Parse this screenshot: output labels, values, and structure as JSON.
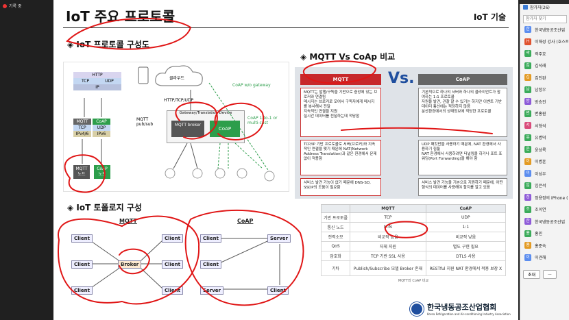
{
  "recording": {
    "label": "기록 중"
  },
  "slide": {
    "title": "IoT 주요 프로토콜",
    "topic": "IoT 기술",
    "section1": "◈ IoT 프로토콜 구성도",
    "section2": "◈ MQTT Vs CoAp 비교",
    "section3": "◈ IoT 토폴로지 구성"
  },
  "diagram": {
    "cloud": "클라우드",
    "http_tcp": "HTTP/TCP/UDP",
    "mqtt_pubsub": "MQTT pub/sub",
    "coap_gateway": "CoAP w/o gateway",
    "gateway": "Gateway/Translation Device",
    "mqtt_broker": "MQTT broker",
    "coap": "CoAP",
    "coap_multicast": "CoAP 1-to-1 or multi-cast",
    "left_stack": [
      "HTTP",
      "TCP",
      "UDP",
      "IP"
    ],
    "mqtt_stack": [
      "MQTT",
      "TCP",
      "IPv4/6"
    ],
    "coap_stack": [
      "CoAP",
      "UDP",
      "IPv6"
    ],
    "mqtt_node": "MQTT 노드",
    "coap_node": "CoAP 노드"
  },
  "vs_panel": {
    "vs": "Vs.",
    "mqtt_header": "MQTT",
    "coap_header": "CoAP",
    "mqtt_card1": [
      "MQTT는 발행/구독을 기반으로 중앙에 있는 브로커와 연결됨",
      "메시지는 브로커로 모여서 구독자에게 메시지를 복사해서 전달",
      "지속적인 연결을 지원",
      "실시간 데이터를 전달하는데 적당함"
    ],
    "mqtt_card2": [
      "TCP/IP 기반 프로토콜로 서버(브로커)와 지속적인 연결을 맺기 때문에 NAT(Network Address Translation)과 같은 환경에서 문제없이 적용함"
    ],
    "mqtt_card3": [
      "서비스 발견 기능이 없기 때문에 DNS-SD, SSDP의 도움이 필요함"
    ],
    "coap_card1": [
      "기본적으로 하나의 서버와 하나의 클라이언트가 참여하는 1:1 프로토콜",
      "자원을 발견, 관찰 할 수 있기는 하지만 이벤트 기반 데이터 통신에는 적당하지 않음",
      "분산환경에서의 상태정보에 적당한 프로토콜"
    ],
    "coap_card2": [
      "UDP 패킷만을 사용하기 때문에, NAT 환경에서 사용하기 힘듦",
      "NAT 환경에서 사용하려면 터널링을 하거나 포트 포워딩(Port Forwarding)을 해야 함"
    ],
    "coap_card3": [
      "서비스 발견 기능을 기본으로 지원하기 때문에, 어떤 형식의 데이터를 사용해야 할지를 알고 있음"
    ]
  },
  "compare_table": {
    "headers": [
      "",
      "MQTT",
      "CoAP"
    ],
    "rows": [
      [
        "기반 프로토콜",
        "TCP",
        "UDP"
      ],
      [
        "통신 노드",
        "M:N",
        "1:1"
      ],
      [
        "전력소모",
        "비교적 높음",
        "비교적 낮음"
      ],
      [
        "QoS",
        "자체 지원",
        "별도 구현 필요"
      ],
      [
        "암호화",
        "TCP 기반 SSL 사용",
        "DTLS 사용"
      ],
      [
        "기타",
        "Publish/Subscribe 모델 Broker 존재",
        "RESTful 지원 NAT 환경에서 적용 보장 X"
      ]
    ],
    "caption": "MQTT와 CoAP 비교"
  },
  "topology": {
    "mqtt_title": "MQTT",
    "coap_title": "CoAP",
    "client": "Client",
    "broker": "Broker",
    "server": "Server"
  },
  "logo": {
    "name": "한국냉동공조산업협회",
    "sub": "Korea Refrigeration and Air-conditioning Industry Association"
  },
  "participants": {
    "title": "참가자(26)",
    "search_placeholder": "참가자 찾기",
    "list": [
      {
        "initial": "한",
        "name": "한국냉동공조산업",
        "color": "#5b8def"
      },
      {
        "initial": "H",
        "name": "이해성 강사 (호스트)",
        "color": "#e0532f"
      },
      {
        "initial": "곽",
        "name": "곽주호",
        "color": "#3bab5a"
      },
      {
        "initial": "김",
        "name": "김석래",
        "color": "#3bab5a"
      },
      {
        "initial": "김",
        "name": "김진완",
        "color": "#e39b24"
      },
      {
        "initial": "남",
        "name": "남정우",
        "color": "#3bab5a"
      },
      {
        "initial": "방",
        "name": "방승진",
        "color": "#8e5bd8"
      },
      {
        "initial": "변",
        "name": "변홍원",
        "color": "#3bab5a"
      },
      {
        "initial": "서",
        "name": "서형석",
        "color": "#d94b7a"
      },
      {
        "initial": "유",
        "name": "유병덕",
        "color": "#3bab5a"
      },
      {
        "initial": "윤",
        "name": "윤상록",
        "color": "#3bab5a"
      },
      {
        "initial": "이",
        "name": "이병훈",
        "color": "#e39b24"
      },
      {
        "initial": "이",
        "name": "이성우",
        "color": "#5b8def"
      },
      {
        "initial": "임",
        "name": "임은석",
        "color": "#3bab5a"
      },
      {
        "initial": "정",
        "name": "정용정의 iPhone (3)",
        "color": "#8e5bd8"
      },
      {
        "initial": "조",
        "name": "조이연",
        "color": "#3bab5a"
      },
      {
        "initial": "한",
        "name": "한국냉동공조산업",
        "color": "#8e5bd8"
      },
      {
        "initial": "홍",
        "name": "홍민",
        "color": "#3bab5a"
      },
      {
        "initial": "홍",
        "name": "홍준숙",
        "color": "#e39b24"
      },
      {
        "initial": "이",
        "name": "이견해",
        "color": "#5b8def"
      }
    ],
    "invite": "초대",
    "more": "..."
  }
}
